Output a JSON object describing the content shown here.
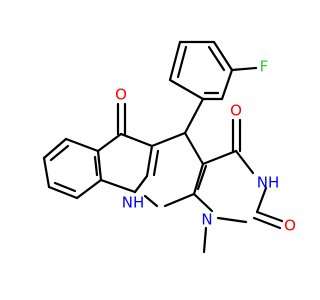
{
  "atom_labels": {
    "fluorine": "F",
    "ketone_oxygen": "O",
    "pyrimidine_oxygen_top": "O",
    "pyrimidine_oxygen_right": "O",
    "nh_ring": "NH",
    "nh_bottom": "NH",
    "n_methyl": "N"
  },
  "colors": {
    "bond": "#000000",
    "oxygen": "#ff0000",
    "nitrogen": "#0000ff",
    "fluorine": "#33cc33"
  }
}
